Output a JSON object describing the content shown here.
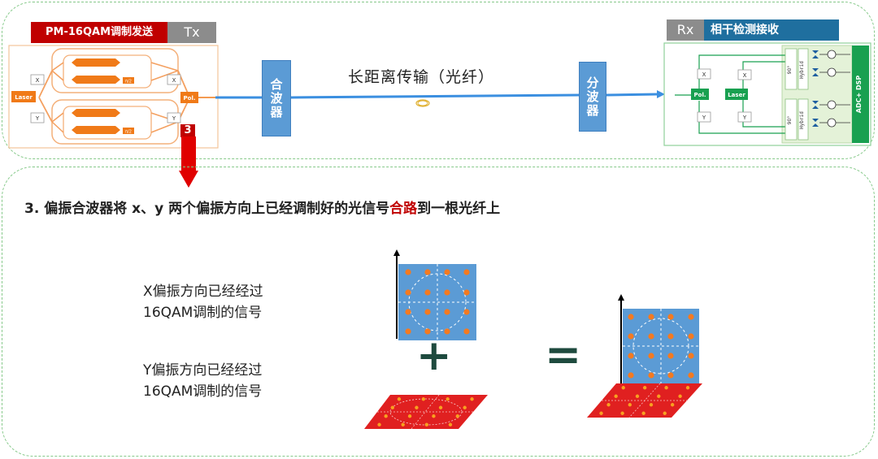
{
  "tx": {
    "title": "PM-16QAM调制发送",
    "tag": "Tx",
    "laser_label": "Laser",
    "x_label": "X",
    "y_label": "Y",
    "pol_label": "Pol.",
    "pi2_label": "π/2",
    "step_badge": "3"
  },
  "transmission": {
    "mux_label": "合波器",
    "fiber_label": "长距离传输（光纤）",
    "demux_label": "分波器"
  },
  "rx": {
    "tag": "Rx",
    "title": "相干检测接收",
    "pol_label": "Pol.",
    "laser_label": "Laser",
    "x_label": "X",
    "y_label": "Y",
    "hybrid_label": "Hybrid",
    "deg_label": "90°",
    "adc_label": "ADC+ DSP"
  },
  "explanation": {
    "heading_prefix": "3. 偏振合波器将 x、y 两个偏振方向上已经调制好的光信号",
    "heading_highlight": "合路",
    "heading_suffix": "到一根光纤上",
    "x_desc_line1": "X偏振方向已经经过",
    "x_desc_line2": "16QAM调制的信号",
    "y_desc_line1": "Y偏振方向已经经过",
    "y_desc_line2": "16QAM调制的信号",
    "plus": "+",
    "equals": "="
  },
  "colors": {
    "tx_title_bg": "#c00000",
    "tag_bg": "#808080",
    "rx_title_bg": "#1f6f9f",
    "accent_blue": "#5b9bd5",
    "modulator_orange": "#f07a18",
    "component_green": "#19a050",
    "highlight_red": "#c00000",
    "constellation_point": "#f47a20",
    "x_plane": "#5b9bd5",
    "y_plane": "#e02020"
  }
}
